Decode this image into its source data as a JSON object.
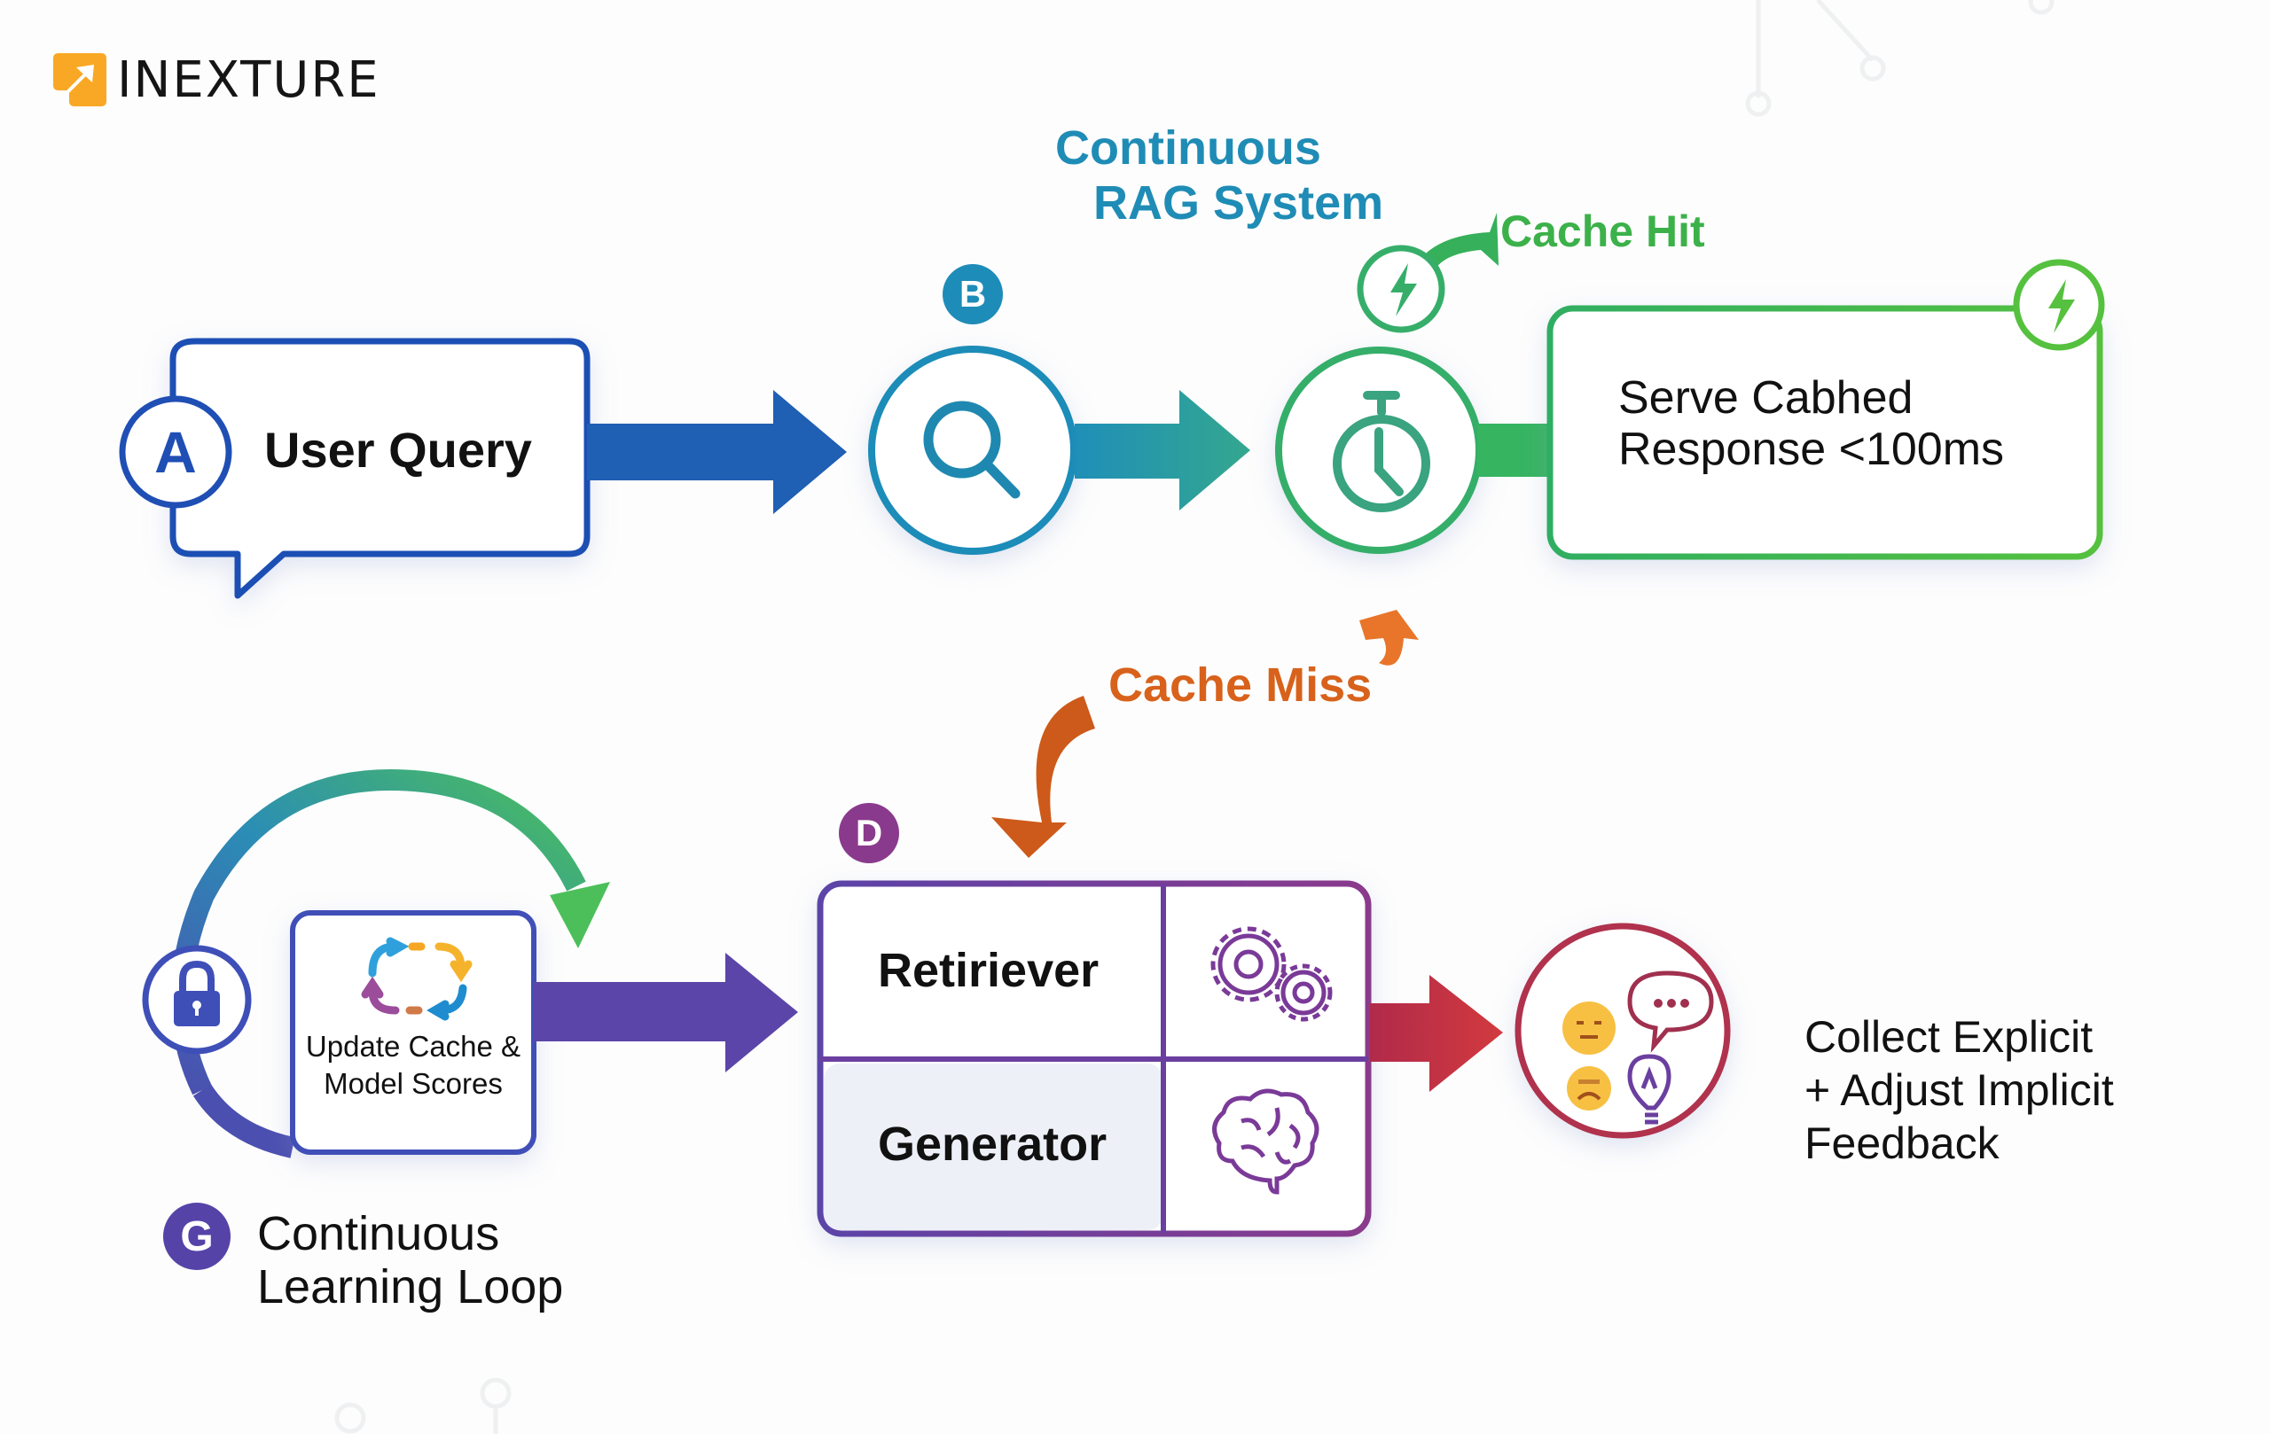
{
  "logo": {
    "name": "INEXTURE",
    "icon": "arrow-up-right-icon",
    "color": "#f9a825"
  },
  "title": {
    "line1": "Continuous",
    "line2": "RAG System",
    "color": "#1f8cb6"
  },
  "steps": {
    "a": {
      "badge": "A",
      "label": "User Query",
      "icon": "speech-bubble-icon",
      "color": "#1f4fb4"
    },
    "b": {
      "badge": "B",
      "icon": "search-icon",
      "color": "#1e8cb8"
    },
    "c": {
      "icon": "stopwatch-icon",
      "color": "#36ae6a"
    },
    "hit": {
      "label": "Cache Hit",
      "icon": "lightning-icon",
      "color": "#3cb14a"
    },
    "serve": {
      "line1": "Serve Cabhed",
      "line2": "Response <100ms",
      "icon": "lightning-icon",
      "color": "#4cbf45"
    },
    "miss": {
      "label": "Cache Miss",
      "color": "#d8621c"
    },
    "d": {
      "badge": "D",
      "cells": [
        {
          "label": "Retiriever",
          "icon": "gears-icon"
        },
        {
          "label": "Generator",
          "icon": "brain-icon"
        }
      ],
      "color": "#6a3fa0"
    },
    "feedback": {
      "line1": "Collect Explicit",
      "line2": "+ Adjust Implicit",
      "line3": "Feedback",
      "icons": [
        "neutral-face-icon",
        "speech-dots-icon",
        "sad-face-icon",
        "lightbulb-icon"
      ],
      "color": "#b0304e"
    },
    "loop": {
      "badge": "G",
      "line1": "Continuous",
      "line2": "Learning Loop",
      "box_line1": "Update Cache &",
      "box_line2": "Model Scores",
      "icons": [
        "lock-icon",
        "cycle-arrows-icon"
      ],
      "color": "#4b4fb0"
    }
  }
}
